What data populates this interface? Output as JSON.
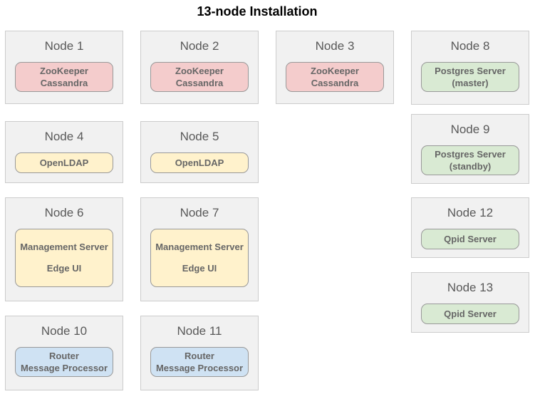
{
  "title": "13-node Installation",
  "colors": {
    "background": "#ffffff",
    "node_fill": "#f1f1f1",
    "node_border": "#cccccc",
    "node_label_text": "#595959",
    "service_text": "#666666",
    "service_border": "#999999",
    "zookeeper_cassandra_fill": "#f4cccc",
    "openldap_management_fill": "#fff2cc",
    "postgres_qpid_fill": "#d9ead3",
    "router_mp_fill": "#cfe2f3"
  },
  "nodes": [
    {
      "label": "Node 1",
      "services": [
        "ZooKeeper",
        "Cassandra"
      ]
    },
    {
      "label": "Node 2",
      "services": [
        "ZooKeeper",
        "Cassandra"
      ]
    },
    {
      "label": "Node 3",
      "services": [
        "ZooKeeper",
        "Cassandra"
      ]
    },
    {
      "label": "Node 8",
      "services": [
        "Postgres Server",
        "(master)"
      ]
    },
    {
      "label": "Node 4",
      "services": [
        "OpenLDAP"
      ]
    },
    {
      "label": "Node 5",
      "services": [
        "OpenLDAP"
      ]
    },
    {
      "label": "Node 9",
      "services": [
        "Postgres Server",
        "(standby)"
      ]
    },
    {
      "label": "Node 6",
      "services": [
        "Management Server",
        "Edge UI"
      ]
    },
    {
      "label": "Node 7",
      "services": [
        "Management Server",
        "Edge UI"
      ]
    },
    {
      "label": "Node 12",
      "services": [
        "Qpid Server"
      ]
    },
    {
      "label": "Node 13",
      "services": [
        "Qpid Server"
      ]
    },
    {
      "label": "Node 10",
      "services": [
        "Router",
        "Message Processor"
      ]
    },
    {
      "label": "Node 11",
      "services": [
        "Router",
        "Message Processor"
      ]
    }
  ]
}
